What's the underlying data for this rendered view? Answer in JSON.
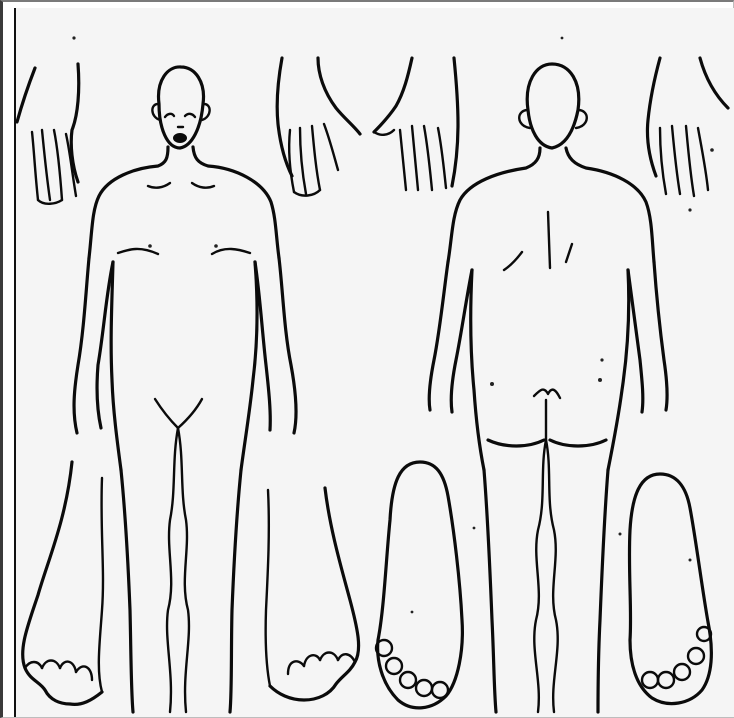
{
  "diagram": {
    "kind": "body outline chart",
    "views": [
      "front",
      "back"
    ],
    "colors": {
      "paper": "#f5f5f5",
      "ink": "#0b0b0b",
      "frame": "#3b3b3b"
    }
  }
}
